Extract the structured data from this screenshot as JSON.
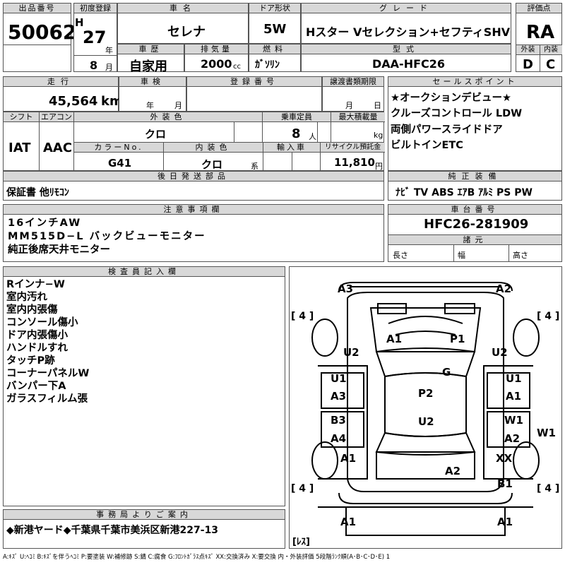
{
  "headers": {
    "lot_no": "出品番号",
    "first_reg": "初度登録",
    "model_name": "車名",
    "door": "ドア形状",
    "grade": "グレード",
    "score": "評価点",
    "history": "車歴",
    "displacement": "排気量",
    "fuel": "燃料",
    "model_code": "型式",
    "exterior": "外装",
    "interior": "内装",
    "mileage": "走行",
    "inspection": "車検",
    "reg_no": "登録番号",
    "transfer_deadline": "譲渡書類期限",
    "sales_point": "セールスポイント",
    "shift": "シフト",
    "aircon": "エアコン",
    "ext_color": "外装色",
    "capacity": "乗車定員",
    "max_load": "最大積載量",
    "color_no": "カラーNo.",
    "int_color": "内装色",
    "import": "輸入車",
    "recycle": "リサイクル預託金",
    "later_parts": "後日発送部品",
    "genuine_equipment": "純正装備",
    "notes": "注意事項欄",
    "chassis_no": "車台番号",
    "dimensions": "諸元",
    "inspector": "検査員記入欄",
    "office_info": "事務局よりご案内"
  },
  "vehicle": {
    "lot_no": "50062",
    "era": "H",
    "year": "27",
    "year_unit": "年",
    "month": "8",
    "month_unit": "月",
    "name": "セレナ",
    "door": "5W",
    "grade": "Hスター Vセレクション+セフティSHV",
    "score": "RA",
    "history": "自家用",
    "displacement": "2000",
    "displacement_unit": "cc",
    "fuel": "ｶﾞｿﾘﾝ",
    "model_code": "DAA-HFC26",
    "exterior_grade": "D",
    "interior_grade": "C",
    "mileage": "45,564",
    "mileage_unit": "km",
    "inspection_year_unit": "年",
    "inspection_month_unit": "月",
    "transfer_month_unit": "月",
    "transfer_day_unit": "日",
    "shift": "IAT",
    "aircon": "AAC",
    "ext_color": "クロ",
    "capacity": "8",
    "capacity_unit": "人",
    "load_unit": "kg",
    "color_no": "G41",
    "int_color": "クロ",
    "int_color_unit": "系",
    "recycle": "11,810",
    "recycle_unit": "円",
    "later_parts": "保証書 他ﾘﾓｺﾝ",
    "chassis_no": "HFC26-281909",
    "length_label": "長さ",
    "width_label": "幅",
    "height_label": "高さ"
  },
  "sales_points": [
    "★オークションデビュー★",
    "クルーズコントロール LDW",
    "両側パワースライドドア",
    "ビルトインETC"
  ],
  "genuine_equipment": "ﾅﾋﾞ TV ABS ｴｱB ｱﾙﾐ PS PW",
  "notes": [
    "16インチAW",
    "MM515D−L バックビューモニター",
    "純正後席天井モニター"
  ],
  "inspector_notes": [
    "Rインナ−W",
    "室内汚れ",
    "室内内張傷",
    "コンソール傷小",
    "ドア内張傷小",
    "ハンドルすれ",
    "タッチP跡",
    "コーナーパネルW",
    "バンパー下A",
    "ガラスフィルム張"
  ],
  "office_info": "◆新港ヤード◆千葉県千葉市美浜区新港227-13",
  "legend": "A:ｷｽﾞ U:ﾍｺﾐ B:ｷｽﾞを伴うﾍｺﾐ P:要塗装 W:補修跡 S:錆 C:腐食 G:ﾌﾛﾝﾄｶﾞﾗｽ点ｷｽﾞ XX:交換済み X:要交換 内・外装評価 5段階ﾗﾝｸ順(A･B･C･D･E) 1",
  "diagram": {
    "marks": {
      "front_left": "A3",
      "front_right": "A2",
      "tire_fl": "[ 4 ]",
      "tire_fr": "[ 4 ]",
      "tire_rl": "[ 4 ]",
      "tire_rr": "[ 4 ]",
      "hood_left": "A1",
      "hood_right": "P1",
      "fender_l": "U2",
      "fender_r": "U2",
      "windshield": "G",
      "fdoor_l_1": "U1",
      "fdoor_l_2": "A3",
      "fdoor_r_1": "U1",
      "fdoor_r_2": "A1",
      "roof_1": "P2",
      "roof_2": "U2",
      "rdoor_l_1": "B3",
      "rdoor_l_2": "A4",
      "rdoor_r_1": "W1",
      "rdoor_r_2": "A2",
      "inner_r": "W1",
      "qtr_l": "A1",
      "qtr_r": "XX",
      "tail": "A2",
      "rear_r": "B1",
      "bumper_l": "A1",
      "bumper_r": "A1",
      "spare": "[ﾚｽ]"
    }
  }
}
